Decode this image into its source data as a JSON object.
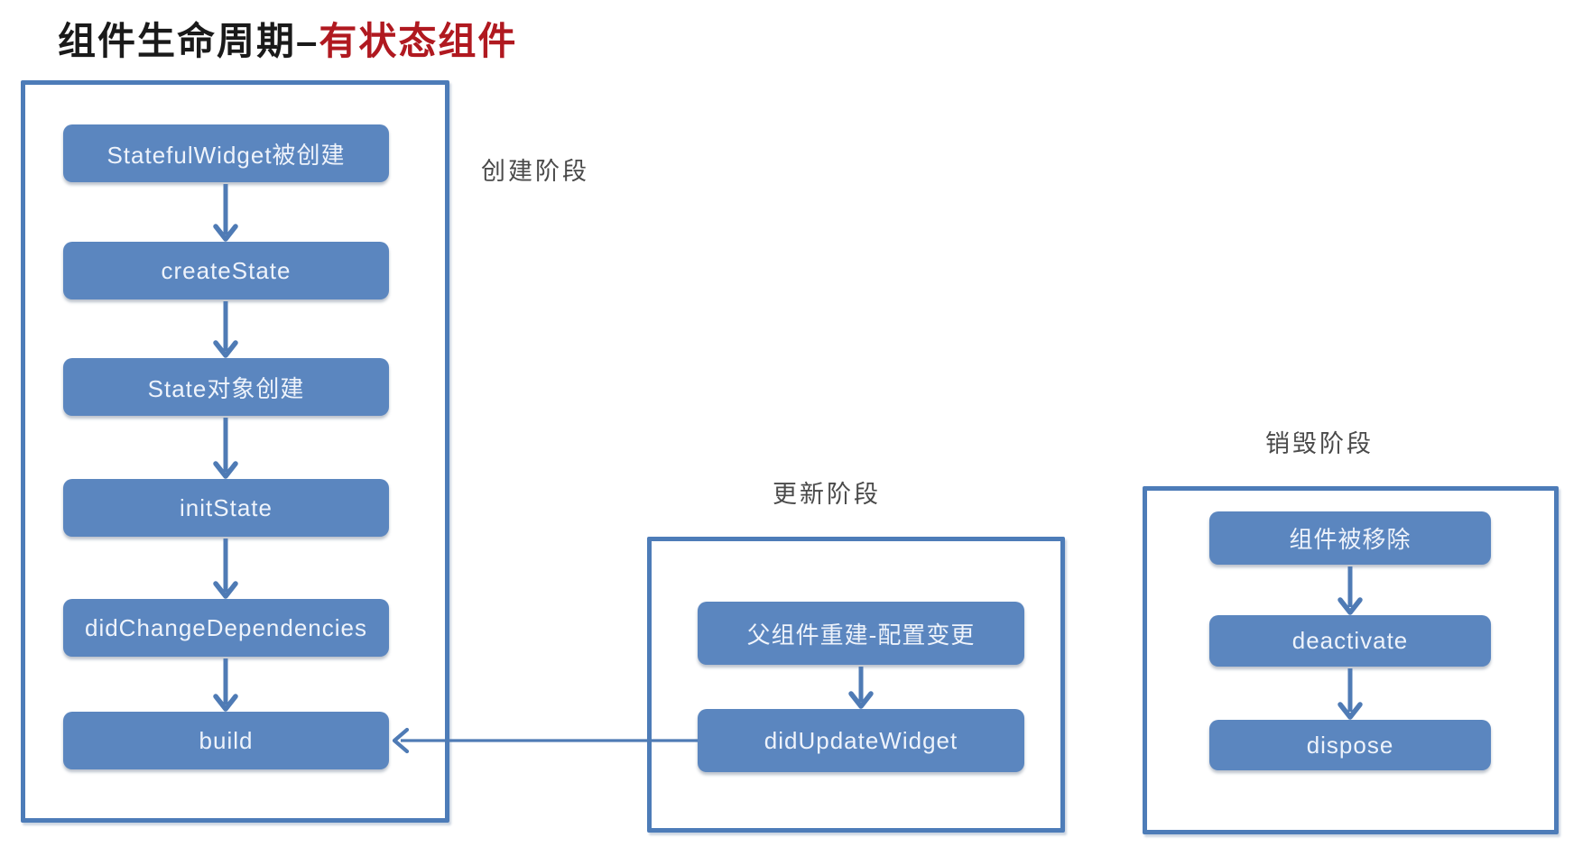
{
  "title": {
    "prefix": "组件生命周期–",
    "highlight": "有状态组件"
  },
  "colors": {
    "box_fill": "#5b86bf",
    "box_text": "#eef3fb",
    "frame_border": "#4d7cb8",
    "arrow": "#4f7bb5",
    "title_text": "#1a1a1a",
    "title_highlight": "#b01920",
    "phase_label": "#4a4a4a",
    "background": "#ffffff"
  },
  "phases": [
    {
      "label": "创建阶段",
      "steps": [
        "StatefulWidget被创建",
        "createState",
        "State对象创建",
        "initState",
        "didChangeDependencies",
        "build"
      ]
    },
    {
      "label": "更新阶段",
      "steps": [
        "父组件重建-配置变更",
        "didUpdateWidget"
      ]
    },
    {
      "label": "销毁阶段",
      "steps": [
        "组件被移除",
        "deactivate",
        "dispose"
      ]
    }
  ],
  "cross_link": {
    "from": "didUpdateWidget",
    "to": "build"
  }
}
